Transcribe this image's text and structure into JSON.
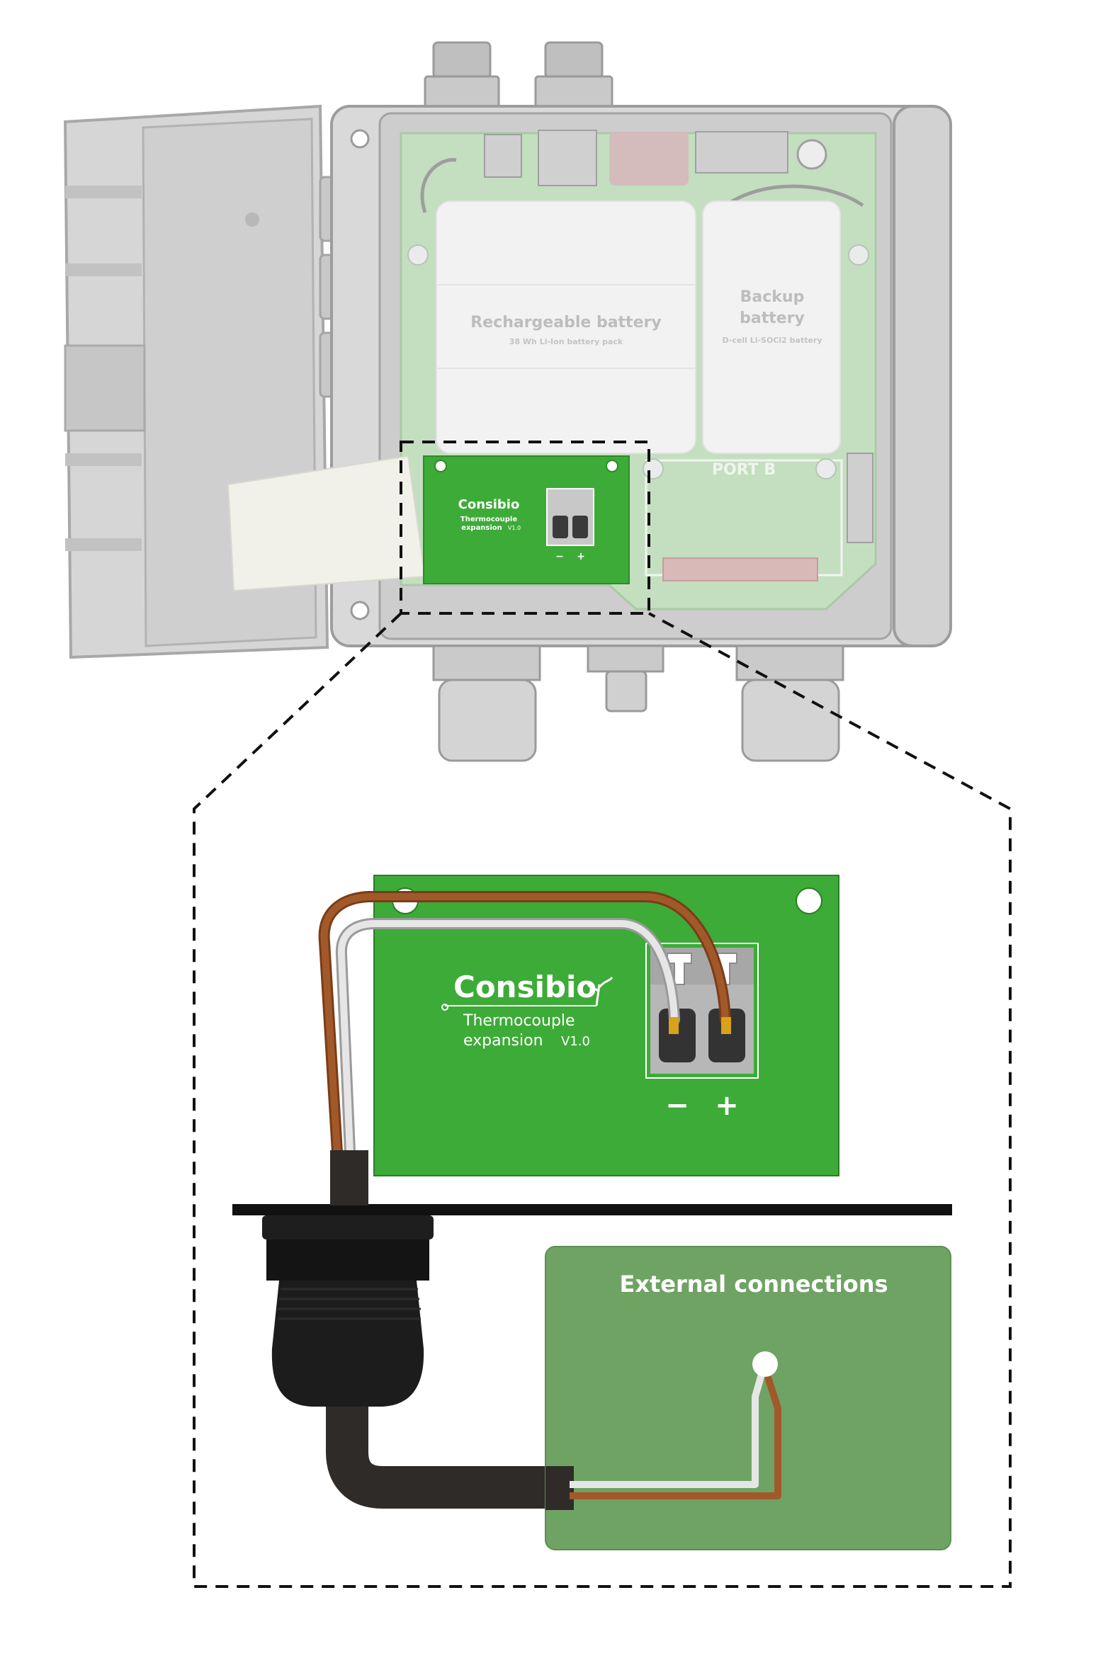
{
  "device": {
    "rechargeable_battery": {
      "title": "Rechargeable battery",
      "subtitle": "38 Wh Li-Ion battery pack"
    },
    "backup_battery": {
      "title_line1": "Backup",
      "title_line2": "battery",
      "subtitle": "D-cell Li-SOCl2 battery"
    },
    "port_label": "PORT B"
  },
  "expansion_board": {
    "brand": "Consibio",
    "name_line1": "Thermocouple",
    "name_line2": "expansion",
    "version": "V1.0",
    "terminal_minus": "−",
    "terminal_plus": "+"
  },
  "external": {
    "title": "External connections"
  },
  "colors": {
    "board_green": "#3dab37",
    "device_board_light": "#c4dfc0",
    "external_panel": "#6fa364",
    "wire_brown": "#a2592a",
    "wire_white": "#e6e6e6",
    "cable_dark": "#2f2b29",
    "enclosure_gray": "#bdbdbd"
  }
}
